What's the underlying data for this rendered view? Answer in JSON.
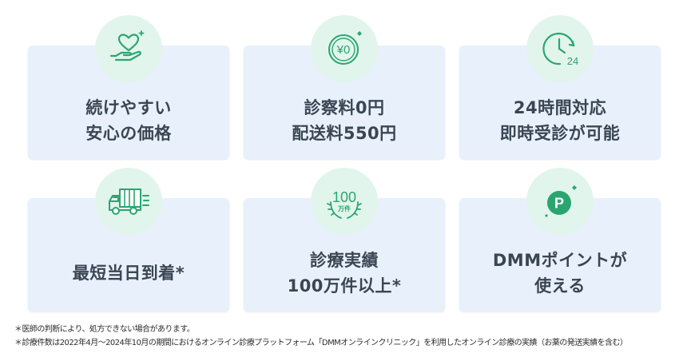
{
  "features": [
    {
      "lines": [
        "続けやすい",
        "安心の価格"
      ],
      "icon": "heart-hand-icon"
    },
    {
      "lines": [
        "診察料0円",
        "配送料550円"
      ],
      "icon": "yen-coin-icon",
      "icon_text": "¥0"
    },
    {
      "lines": [
        "24時間対応",
        "即時受診が可能"
      ],
      "icon": "clock-24-icon",
      "icon_text": "24"
    },
    {
      "lines": [
        "最短当日到着*"
      ],
      "icon": "delivery-truck-icon"
    },
    {
      "lines": [
        "診療実績",
        "100万件以上*"
      ],
      "icon": "laurel-badge-icon",
      "icon_text": [
        "100",
        "万件"
      ]
    },
    {
      "lines": [
        "DMMポイントが",
        "使える"
      ],
      "icon": "point-coin-icon",
      "icon_text": "P"
    }
  ],
  "notes": [
    "＊医師の判断により、処方できない場合があります。",
    "＊診療件数は2022年4月〜2024年10月の期間におけるオンライン診療プラットフォーム「DMMオンラインクリニック」を利用したオンライン診療の実績（お薬の発送実績を含む）"
  ],
  "colors": {
    "card_bg": "#e8f1fb",
    "badge_bg": "#e1f5ec",
    "icon_green": "#2ba570",
    "text": "#3a4654"
  }
}
